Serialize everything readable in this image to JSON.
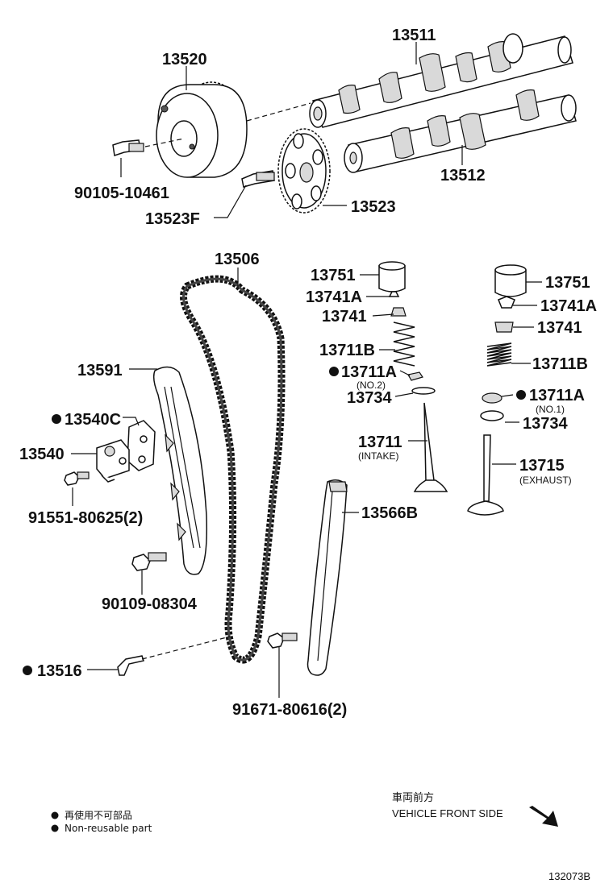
{
  "parts": {
    "p13511": "13511",
    "p13520": "13520",
    "p90105": "90105-10461",
    "p13523F": "13523F",
    "p13523": "13523",
    "p13512": "13512",
    "p13506": "13506",
    "p13751_in": "13751",
    "p13741A_in": "13741A",
    "p13741_in": "13741",
    "p13711B_in": "13711B",
    "p13711A_in": "13711A",
    "p13711A_in_sub": "(NO.2)",
    "p13734_in": "13734",
    "p13711": "13711",
    "p13711_sub": "(INTAKE)",
    "p13751_ex": "13751",
    "p13741A_ex": "13741A",
    "p13741_ex": "13741",
    "p13711B_ex": "13711B",
    "p13711A_ex": "13711A",
    "p13711A_ex_sub": "(NO.1)",
    "p13734_ex": "13734",
    "p13715": "13715",
    "p13715_sub": "(EXHAUST)",
    "p13591": "13591",
    "p13540C": "13540C",
    "p13540": "13540",
    "p91551": "91551-80625(2)",
    "p13566B": "13566B",
    "p90109": "90109-08304",
    "p13516": "13516",
    "p91671": "91671-80616(2)"
  },
  "legend": {
    "jp": "再使用不可部品",
    "en": "Non-reusable part"
  },
  "direction": {
    "jp": "車両前方",
    "en": "VEHICLE FRONT SIDE"
  },
  "figure_id": "132073B"
}
